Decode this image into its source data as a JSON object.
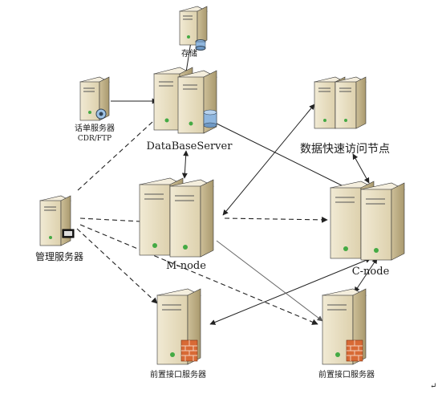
{
  "nodes": {
    "storage": {
      "label": "存储"
    },
    "cdr_server": {
      "label_line1": "话单服务器",
      "label_line2": "CDR/FTP"
    },
    "database_server": {
      "label": "DataBaseServer"
    },
    "fast_access": {
      "label": "数据快速访问节点"
    },
    "management": {
      "label": "管理服务器"
    },
    "m_node": {
      "label": "M-node"
    },
    "c_node": {
      "label": "C-node"
    },
    "front_left": {
      "label": "前置接口服务器"
    },
    "front_right": {
      "label": "前置接口服务器"
    }
  },
  "colors": {
    "server_front": "#e9e0c6",
    "server_side": "#c9bd98",
    "server_top": "#f4eedd",
    "line": "#222222",
    "gray_line": "#777777",
    "db_blue": "#8fb6de",
    "firewall": "#d86a35"
  },
  "corner_mark": "↵"
}
